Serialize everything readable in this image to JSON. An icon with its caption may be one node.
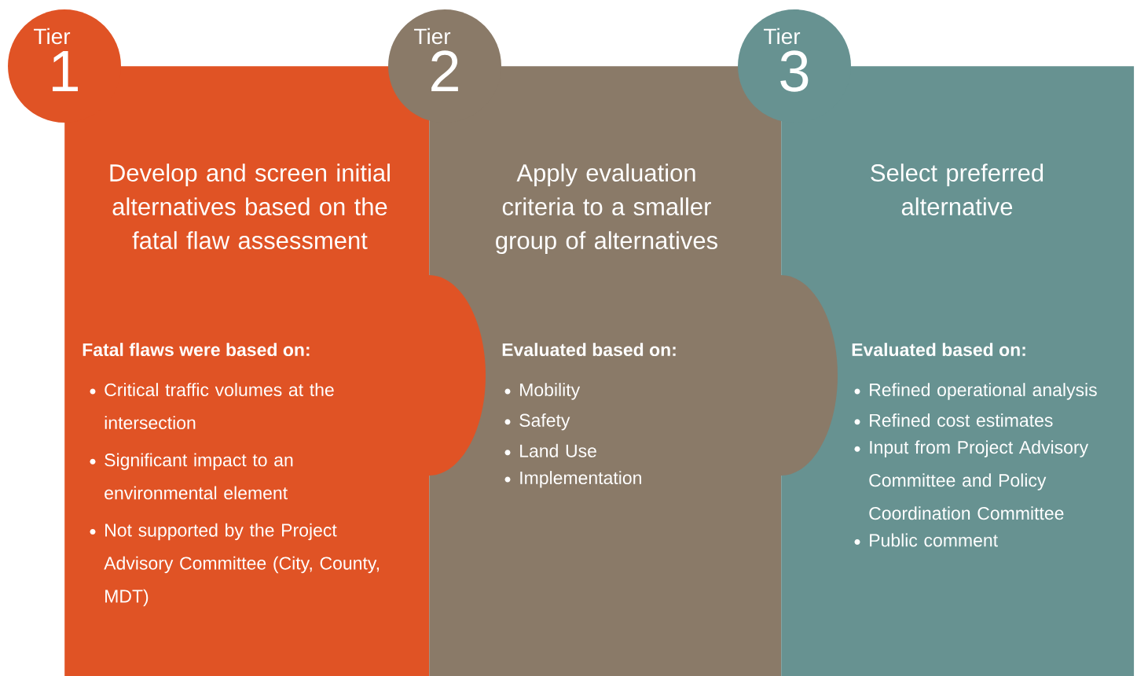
{
  "diagram": {
    "nodes": [
      {
        "text": [
          "Tier",
          "1"
        ]
      },
      {
        "text": [
          "Develop and screen initial alternatives based on the fatal flaw assessment",
          "Fatal flaws were based on:",
          "Critical traffic volumes at the intersection",
          "Significant impact to an environmental element",
          "Not supported by the Project Advisory Committee (City, County, MDT)"
        ]
      },
      {
        "text": [
          "Tier",
          "2"
        ]
      },
      {
        "text": [
          "Apply evaluation criteria to a smaller group of alternatives",
          "Evaluated based on:",
          "Mobility",
          "Safety",
          "Land Use",
          "Implementation"
        ]
      },
      {
        "text": [
          "Tier",
          "3"
        ]
      },
      {
        "text": [
          "Select preferred alternative",
          "Evaluated based on:",
          "Refined operational analysis",
          "Refined cost estimates",
          "Input from Project Advisory Committee and Policy Coordination Committee",
          "Public comment"
        ]
      }
    ]
  }
}
